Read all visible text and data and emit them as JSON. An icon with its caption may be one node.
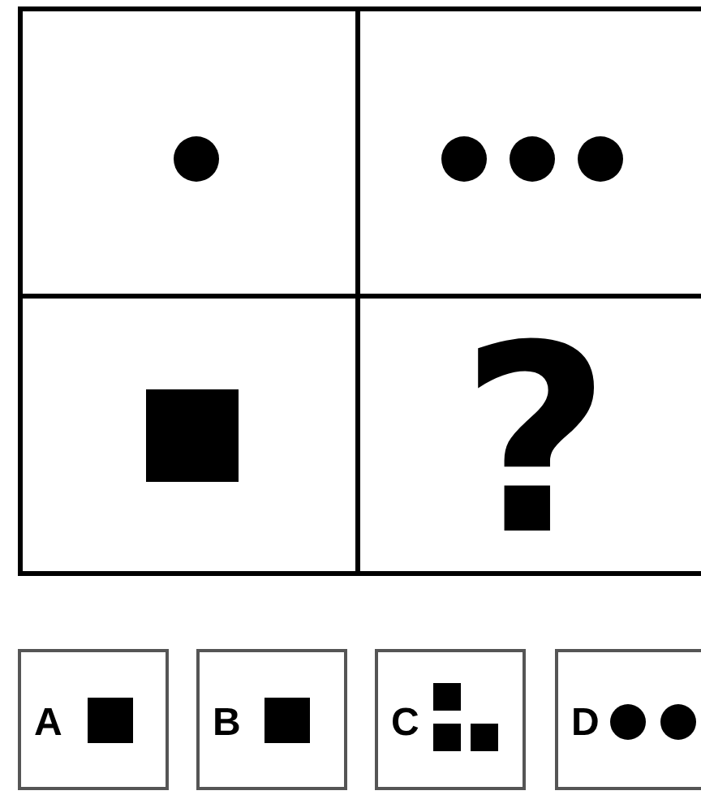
{
  "diagram": {
    "nodes": [
      {
        "text": [],
        "shape": "box"
      },
      {
        "text": [],
        "shape": "box"
      },
      {
        "text": [],
        "shape": "box"
      },
      {
        "text": [
          "?"
        ]
      },
      {
        "text": [
          "A"
        ]
      },
      {
        "text": [
          "B"
        ]
      },
      {
        "text": [
          "C"
        ]
      },
      {
        "text": [
          "D"
        ]
      }
    ]
  }
}
